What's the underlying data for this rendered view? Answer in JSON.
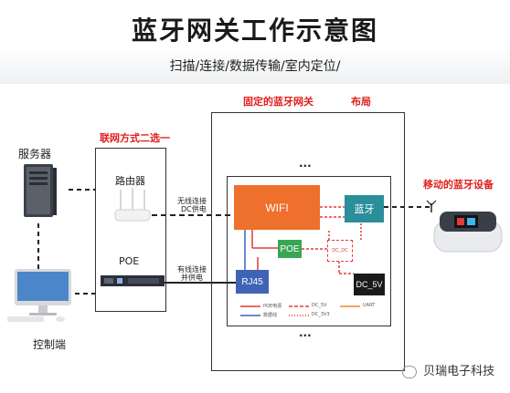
{
  "title": "蓝牙网关工作示意图",
  "subtitle": "扫描/连接/数据传输/室内定位/",
  "labels": {
    "server": "服务器",
    "control": "控制端",
    "network_choice": "联网方式二选一",
    "router": "路由器",
    "poe_left": "POE",
    "wireless_line1": "无线连接",
    "wireless_line2": "DC供电",
    "wired_line1": "有线连接",
    "wired_line2": "并供电",
    "gateway_title": "固定的蓝牙网关",
    "layout": "布局",
    "mobile_device": "移动的蓝牙设备",
    "dots": "...",
    "watermark": "贝瑞电子科技"
  },
  "modules": {
    "wifi": "WIFI",
    "bluetooth": "蓝牙",
    "poe": "POE",
    "dc_dc": "DC_DC",
    "dc_5v": "DC_5V",
    "rj45": "RJ45"
  },
  "legend": [
    {
      "text": "POE电源",
      "color": "#e53935",
      "style": "solid"
    },
    {
      "text": "DC_5V",
      "color": "#e53935",
      "style": "dash"
    },
    {
      "text": "UART",
      "color": "#ef8a2c",
      "style": "solid"
    },
    {
      "text": "数据线",
      "color": "#3a63c8",
      "style": "solid"
    },
    {
      "text": "DC_3V3",
      "color": "#e53935",
      "style": "dot"
    }
  ],
  "colors": {
    "wifi": "#ef6f2c",
    "bluetooth": "#2a8f9a",
    "poe": "#3aa655",
    "dc_5v": "#1a1a1a",
    "rj45": "#3f63b6",
    "accent_red": "#e0201e"
  }
}
